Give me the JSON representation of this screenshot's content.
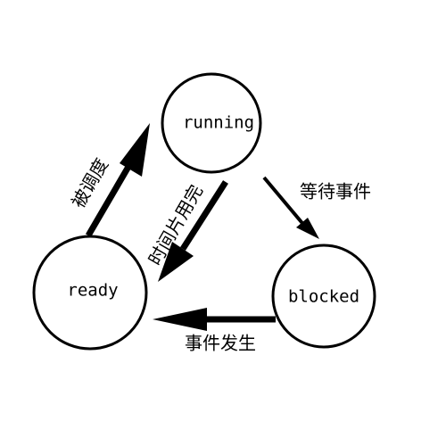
{
  "states": {
    "running": "running",
    "ready": "ready",
    "blocked": "blocked"
  },
  "transitions": {
    "ready_to_running": "被调度",
    "running_to_ready": "时间片用完",
    "running_to_blocked": "等待事件",
    "blocked_to_ready": "事件发生"
  },
  "colors": {
    "stroke": "#000000",
    "background": "#ffffff"
  }
}
